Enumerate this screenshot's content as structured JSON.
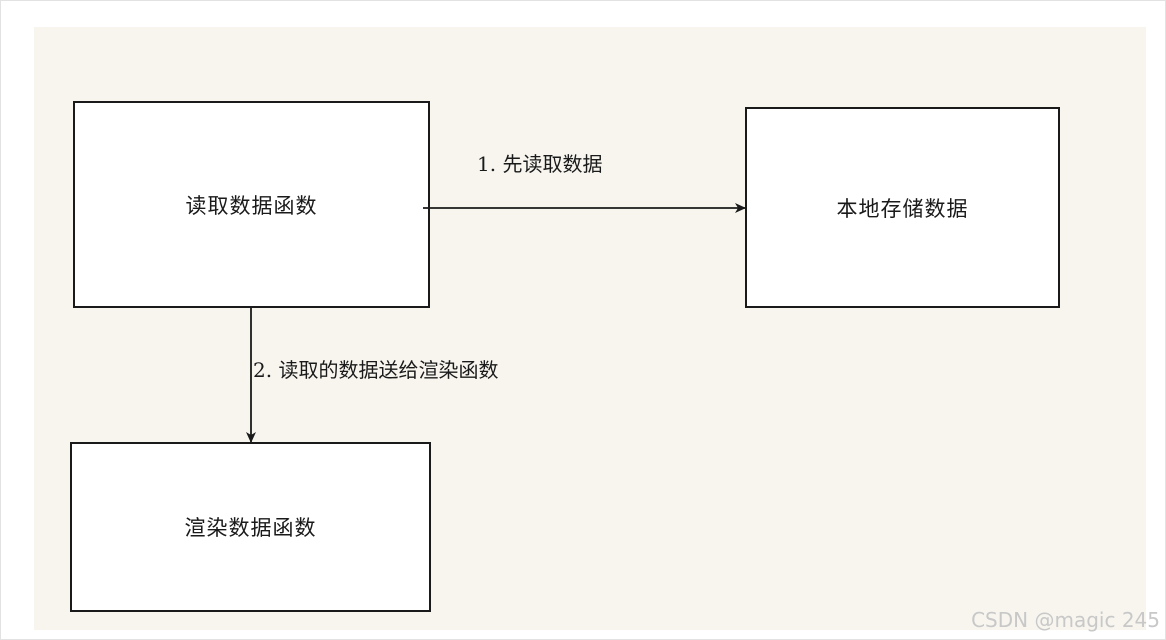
{
  "diagram": {
    "nodes": {
      "read_function": {
        "label": "读取数据函数"
      },
      "local_storage": {
        "label": "本地存储数据"
      },
      "render_function": {
        "label": "渲染数据函数"
      }
    },
    "edges": [
      {
        "from": "read_function",
        "to": "local_storage",
        "label": "1. 先读取数据"
      },
      {
        "from": "read_function",
        "to": "render_function",
        "label": "2. 读取的数据送给渲染函数"
      }
    ]
  },
  "watermark": "CSDN @magic 245",
  "colors": {
    "canvas_background": "#f7f5ee",
    "node_fill": "#ffffff",
    "stroke": "#1a1a1a",
    "watermark": "#c8c8c8"
  }
}
